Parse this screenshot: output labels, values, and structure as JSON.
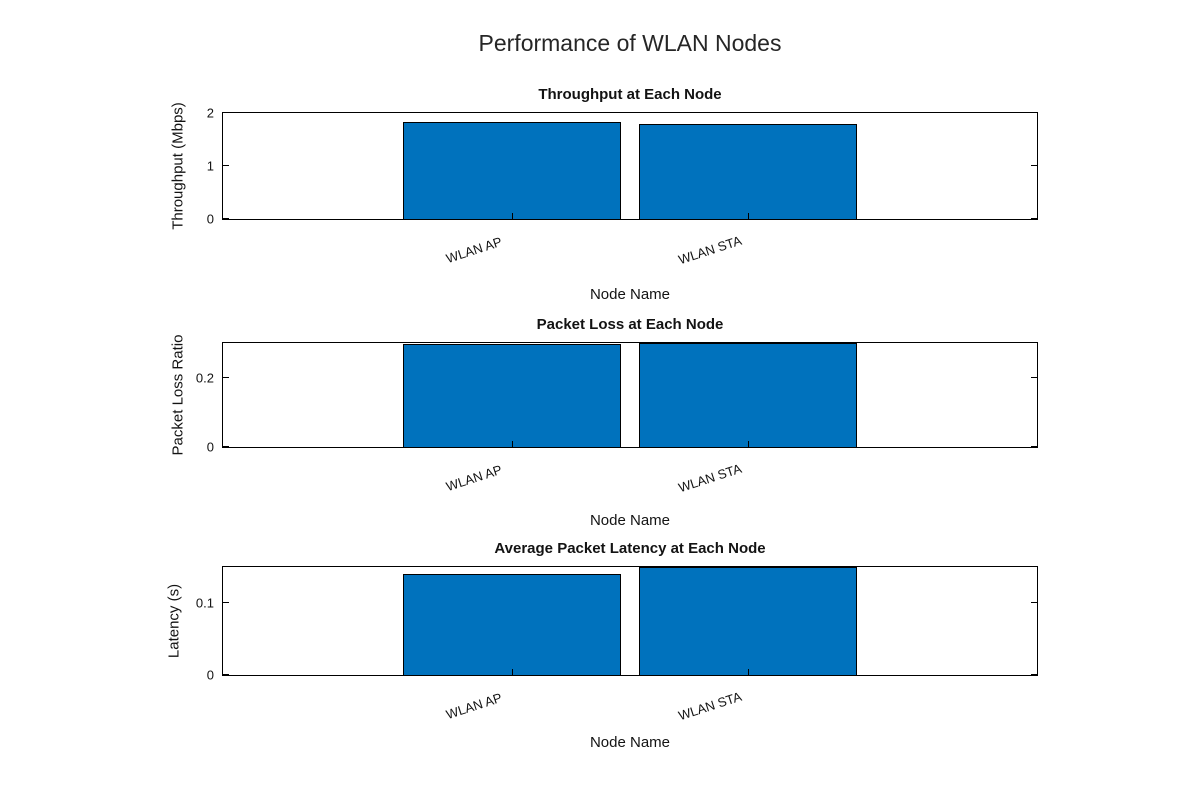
{
  "figure": {
    "title": "Performance of WLAN Nodes",
    "background_color": "#ffffff",
    "bar_color": "#0072BD",
    "bar_edge_color": "#000000",
    "axes_color": "#000000"
  },
  "chart_data": [
    {
      "type": "bar",
      "title": "Throughput at Each Node",
      "xlabel": "Node Name",
      "ylabel": "Throughput (Mbps)",
      "categories": [
        "WLAN AP",
        "WLAN STA"
      ],
      "values": [
        1.83,
        1.8
      ],
      "ylim": [
        0,
        2
      ],
      "yticks": [
        0,
        1,
        2
      ],
      "ytick_labels": [
        "0",
        "1",
        "2"
      ],
      "grid": false,
      "legend": "none"
    },
    {
      "type": "bar",
      "title": "Packet Loss at Each Node",
      "xlabel": "Node Name",
      "ylabel": "Packet Loss Ratio",
      "categories": [
        "WLAN AP",
        "WLAN STA"
      ],
      "values": [
        0.296,
        0.3
      ],
      "ylim": [
        0,
        0.3
      ],
      "yticks": [
        0,
        0.2
      ],
      "ytick_labels": [
        "0",
        "0.2"
      ],
      "grid": false,
      "legend": "none"
    },
    {
      "type": "bar",
      "title": "Average Packet Latency at Each Node",
      "xlabel": "Node Name",
      "ylabel": "Latency (s)",
      "categories": [
        "WLAN AP",
        "WLAN STA"
      ],
      "values": [
        0.14,
        0.15
      ],
      "ylim": [
        0,
        0.15
      ],
      "yticks": [
        0,
        0.1
      ],
      "ytick_labels": [
        "0",
        "0.1"
      ],
      "grid": false,
      "legend": "none"
    }
  ]
}
